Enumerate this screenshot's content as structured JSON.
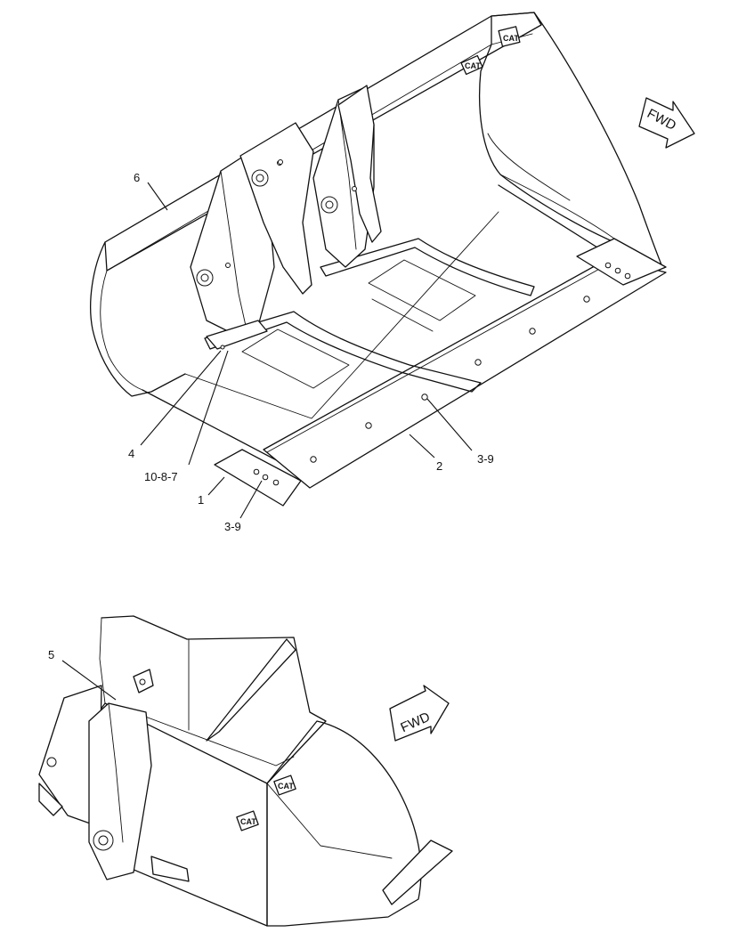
{
  "diagram": {
    "top_view": {
      "callouts": {
        "c6": "6",
        "c4": "4",
        "c10_8_7": "10-8-7",
        "c1": "1",
        "c3_9_left": "3-9",
        "c2": "2",
        "c3_9_right": "3-9"
      },
      "fwd_arrow": "FWD",
      "logo_side": "CAT",
      "logo_back": "CAT"
    },
    "bottom_view": {
      "callouts": {
        "c5": "5"
      },
      "fwd_arrow": "FWD",
      "logo_upper": "CAT",
      "logo_lower": "CAT"
    }
  }
}
